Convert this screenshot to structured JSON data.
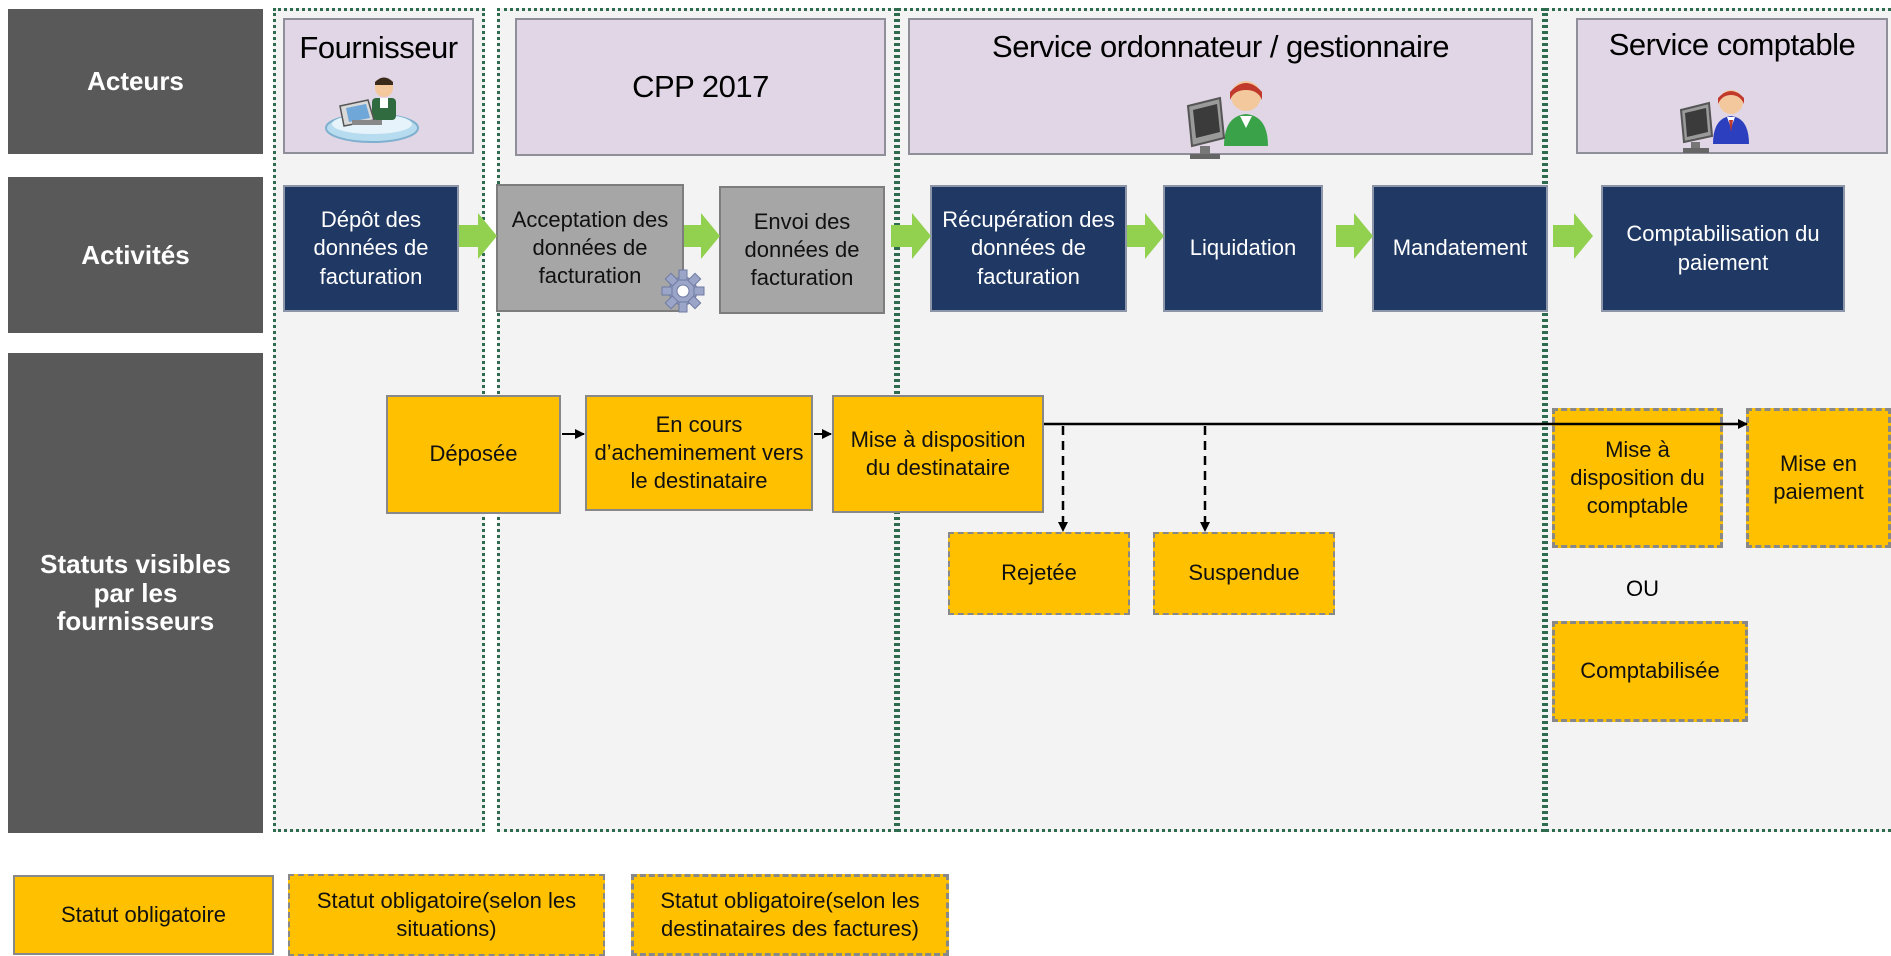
{
  "rows": {
    "actors": "Acteurs",
    "activities": "Activités",
    "statuses": "Statuts visibles par les fournisseurs"
  },
  "actors": {
    "supplier": "Fournisseur",
    "cpp": "CPP 2017",
    "ordonnateur": "Service ordonnateur / gestionnaire",
    "comptable": "Service comptable"
  },
  "activities": {
    "depot": "Dépôt des données de facturation",
    "acceptation": "Acceptation des données de facturation",
    "envoi": "Envoi des données de facturation",
    "recuperation": "Récupération des  données de facturation",
    "liquidation": "Liquidation",
    "mandatement": "Mandatement",
    "comptabilisation": "Comptabilisation du paiement"
  },
  "statuses": {
    "deposee": "Déposée",
    "en_cours": "En cours d’acheminement vers le destinataire",
    "mise_dispo_dest": "Mise à disposition du destinataire",
    "rejetee": "Rejetée",
    "suspendue": "Suspendue",
    "mise_dispo_comptable": "Mise à disposition du comptable",
    "mise_paiement": "Mise en paiement",
    "ou": "OU",
    "comptabilisee": "Comptabilisée"
  },
  "legend": {
    "obligatoire": "Statut obligatoire",
    "selon_situations": "Statut obligatoire(selon les situations)",
    "selon_destinataires": "Statut obligatoire(selon les destinataires des factures)"
  },
  "colors": {
    "row_label": "#595959",
    "activity_navy": "#1f3864",
    "activity_grey": "#a6a6a6",
    "status_yellow": "#ffc000",
    "flow_arrow_green": "#92d050",
    "actor_bg": "#e0d6e6"
  },
  "icons": {
    "supplier": "person-at-laptop-icon",
    "ordonnateur": "user-at-computer-icon",
    "comptable": "user-at-computer-icon",
    "cpp_process": "gear-icon"
  }
}
